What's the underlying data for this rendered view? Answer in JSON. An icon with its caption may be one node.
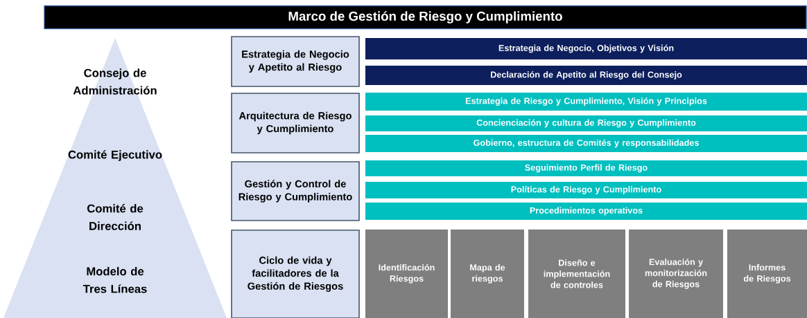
{
  "diagram": {
    "title": "Marco de Gestión de Riesgo y Cumplimiento",
    "nodes": [
      {
        "text": [
          "Consejo de Administración",
          "Comité Ejecutivo",
          "Comité de Dirección",
          "Modelo de Tres Líneas"
        ]
      },
      {
        "text": [
          "Estrategia de Negocio y Apetito al Riesgo"
        ]
      },
      {
        "text": [
          "Estrategia de Negocio, Objetivos y Visión"
        ]
      },
      {
        "text": [
          "Declaración de Apetito al Riesgo del Consejo"
        ]
      },
      {
        "text": [
          "Arquitectura de Riesgo y Cumplimiento"
        ]
      },
      {
        "text": [
          "Estrategia de Riesgo y Cumplimiento, Visión y Principios"
        ]
      },
      {
        "text": [
          "Concienciación y  cultura  de Riesgo y Cumplimiento"
        ]
      },
      {
        "text": [
          "Gobierno, estructura de Comités y responsabilidades"
        ]
      },
      {
        "text": [
          "Gestión y Control de Riesgo y Cumplimiento"
        ]
      },
      {
        "text": [
          "Seguimiento Perfil de Riesgo"
        ]
      },
      {
        "text": [
          "Políticas de Riesgo y Cumplimiento"
        ]
      },
      {
        "text": [
          "Procedimientos operativos"
        ]
      },
      {
        "text": [
          "Ciclo de vida y facilitadores de la Gestión de Riesgos"
        ]
      },
      {
        "text": [
          "Identificación Riesgos"
        ]
      },
      {
        "text": [
          "Mapa de riesgos"
        ]
      },
      {
        "text": [
          "Diseño e implementación de controles"
        ]
      },
      {
        "text": [
          "Evaluación y monitorización de Riesgos"
        ]
      },
      {
        "text": [
          "Informes de Riesgos"
        ]
      }
    ]
  }
}
